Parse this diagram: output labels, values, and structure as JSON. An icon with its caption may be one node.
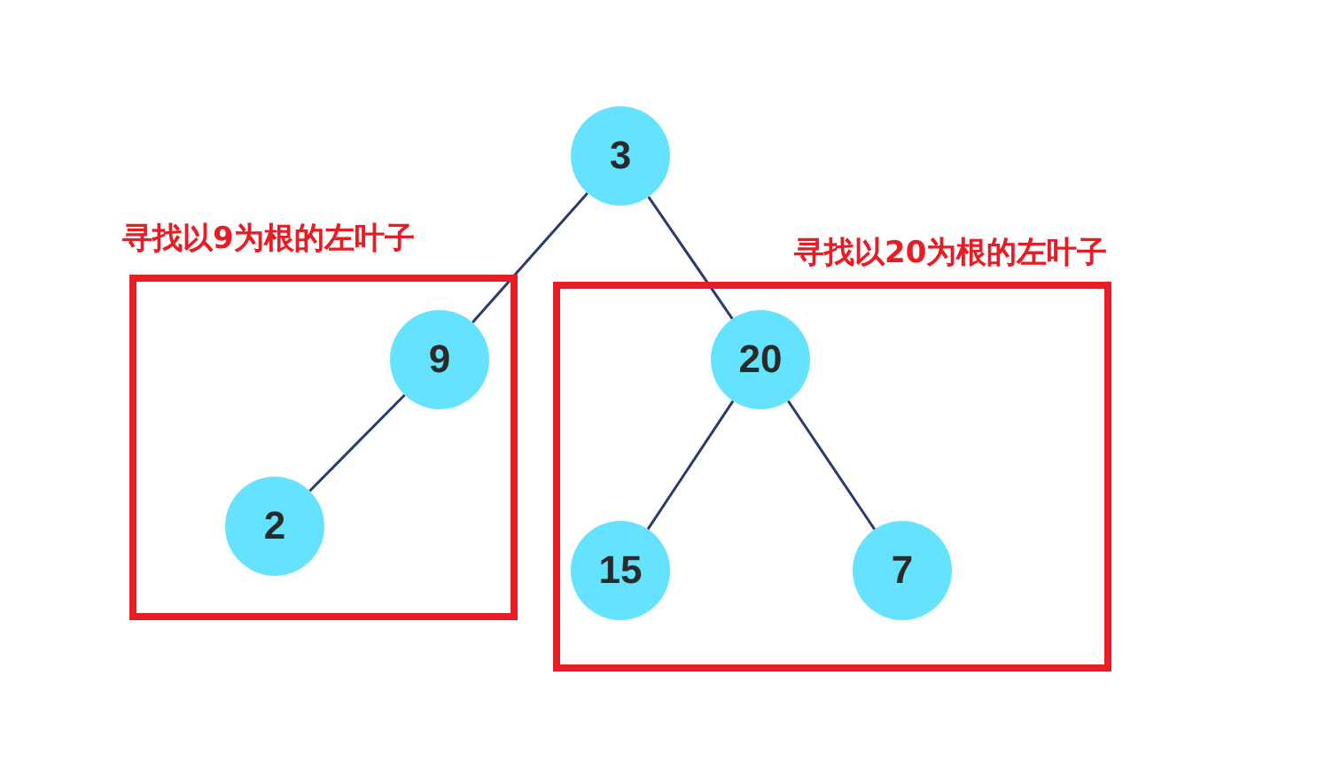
{
  "diagram": {
    "nodes": [
      {
        "text": [
          "3"
        ]
      },
      {
        "text": [
          "寻找以9为根的左叶子"
        ]
      },
      {
        "text": [
          "9"
        ],
        "in": 1
      },
      {
        "text": [
          "2"
        ],
        "in": 1
      },
      {
        "text": [
          "寻找以20为根的左叶子"
        ]
      },
      {
        "text": [
          "20"
        ],
        "in": 4
      },
      {
        "text": [
          "15"
        ],
        "in": 4
      },
      {
        "text": [
          "7"
        ],
        "in": 4
      }
    ],
    "edges": [
      {
        "from": 0,
        "to": 2,
        "arrow": "none"
      },
      {
        "from": 2,
        "to": 3,
        "arrow": "none"
      },
      {
        "from": 0,
        "to": 5,
        "arrow": "none"
      },
      {
        "from": 5,
        "to": 6,
        "arrow": "none"
      },
      {
        "from": 5,
        "to": 7,
        "arrow": "none"
      }
    ]
  }
}
